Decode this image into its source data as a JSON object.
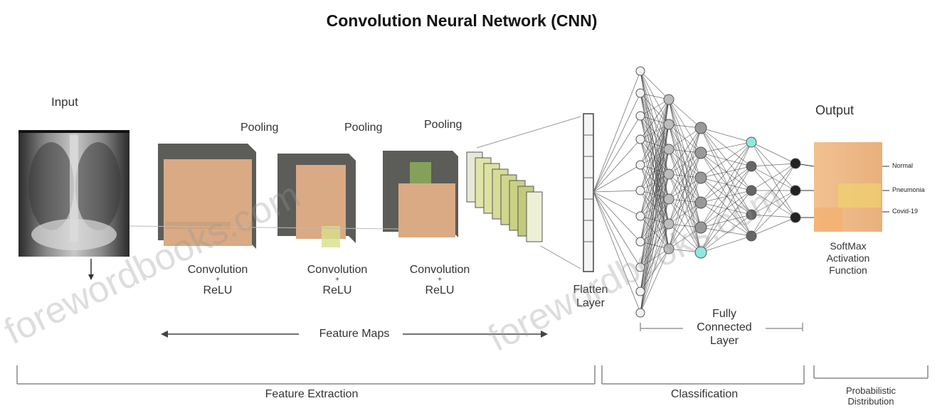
{
  "title": "Convolution Neural Network (CNN)",
  "input": {
    "label": "Input"
  },
  "pooling_labels": [
    "Pooling",
    "Pooling",
    "Pooling"
  ],
  "conv_labels": [
    {
      "line1": "Convolution",
      "line2": "+",
      "line3": "ReLU"
    },
    {
      "line1": "Convolution",
      "line2": "+",
      "line3": "ReLU"
    },
    {
      "line1": "Convolution",
      "line2": "+",
      "line3": "ReLU"
    }
  ],
  "flatten": {
    "line1": "Flatten",
    "line2": "Layer"
  },
  "fully_connected": {
    "line1": "Fully",
    "line2": "Connected",
    "line3": "Layer"
  },
  "output": {
    "label": "Output",
    "classes": [
      "Normal",
      "Pneumonia",
      "Covid-19"
    ],
    "activation": {
      "line1": "SoftMax",
      "line2": "Activation",
      "line3": "Function"
    }
  },
  "feature_maps": "Feature Maps",
  "sections": {
    "feature_extraction": "Feature Extraction",
    "classification": "Classification",
    "probabilistic": {
      "line1": "Probabilistic",
      "line2": "Distribution"
    }
  },
  "watermark": "forewordbooks.com",
  "colors": {
    "map_face": "#d9aa84",
    "map_side": "#5c5c58",
    "output_box": "#f2c191",
    "output_accent": "#f0d070",
    "node": "#333333",
    "accent_node": "#8fe8e0"
  }
}
